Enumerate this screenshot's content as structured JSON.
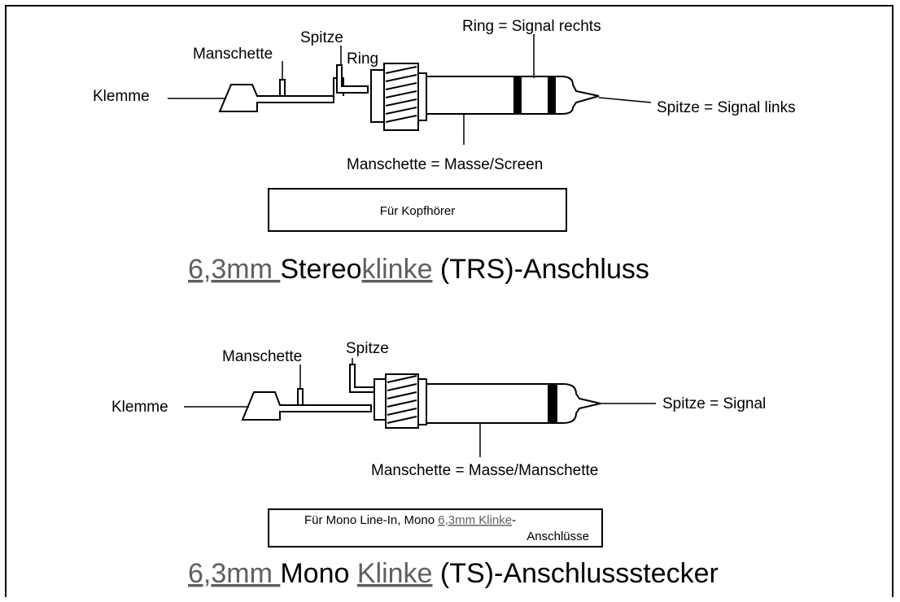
{
  "trs": {
    "labels": {
      "klemme": "Klemme",
      "manschette": "Manschette",
      "spitze": "Spitze",
      "ring": "Ring",
      "ring_signal": "Ring = Signal rechts",
      "spitze_signal": "Spitze = Signal links",
      "manschette_masse": "Manschette = Masse/Screen"
    },
    "box_text": "Für Kopfhörer",
    "title": {
      "size": "6,3mm ",
      "word_a": "Stereo",
      "word_b": "klinke",
      "rest": " (TRS)-Anschluss"
    }
  },
  "ts": {
    "labels": {
      "klemme": "Klemme",
      "manschette": "Manschette",
      "spitze": "Spitze",
      "spitze_signal": "Spitze = Signal",
      "manschette_masse": "Manschette = Masse/Manschette"
    },
    "box_text": {
      "line1_prefix": "Für Mono Line-In, Mono ",
      "line1_link": "6,3mm Klinke",
      "line1_suffix": "-",
      "line2": "Anschlüsse"
    },
    "title": {
      "size": "6,3mm ",
      "word_a": "Mono ",
      "word_b": "Klinke",
      "rest": " (TS)-Anschlussstecker"
    }
  }
}
